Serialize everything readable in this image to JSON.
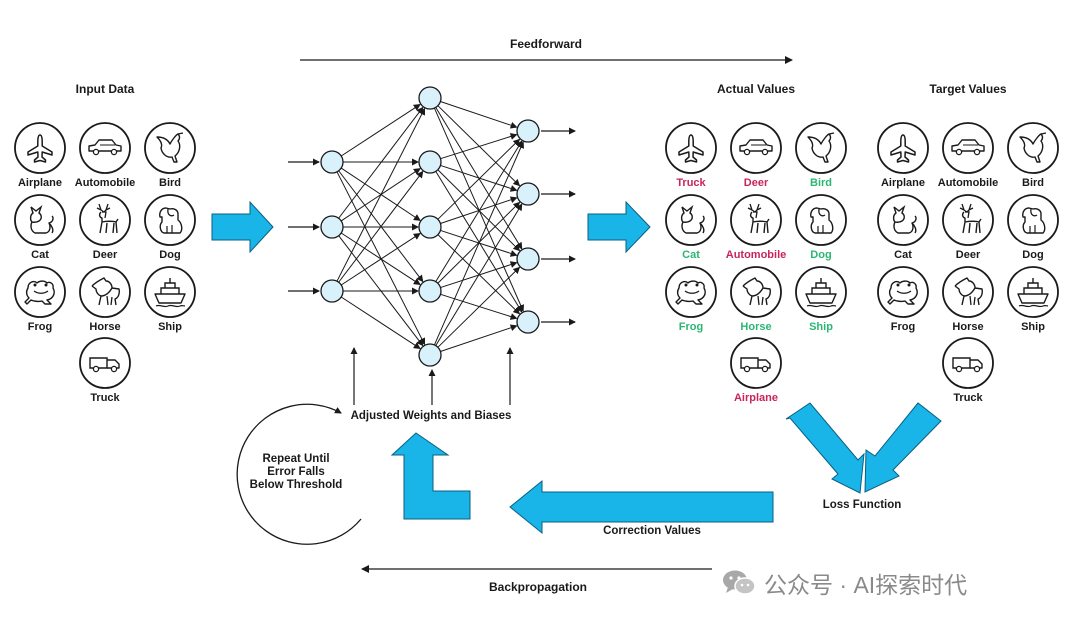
{
  "labels": {
    "feedforward": "Feedforward",
    "backpropagation": "Backpropagation",
    "input_data": "Input Data",
    "actual_values": "Actual Values",
    "target_values": "Target Values",
    "adjusted": "Adjusted Weights and Biases",
    "repeat": "Repeat Until\nError Falls\nBelow Threshold",
    "loss_function": "Loss Function",
    "correction_values": "Correction Values"
  },
  "colors": {
    "accent_blue": "#19b5e8",
    "correct_green": "#2bb673",
    "wrong_red": "#c8245b",
    "text": "#1a1a1a"
  },
  "input_items": [
    {
      "label": "Airplane",
      "icon": "airplane"
    },
    {
      "label": "Automobile",
      "icon": "automobile"
    },
    {
      "label": "Bird",
      "icon": "bird"
    },
    {
      "label": "Cat",
      "icon": "cat"
    },
    {
      "label": "Deer",
      "icon": "deer"
    },
    {
      "label": "Dog",
      "icon": "dog"
    },
    {
      "label": "Frog",
      "icon": "frog"
    },
    {
      "label": "Horse",
      "icon": "horse"
    },
    {
      "label": "Ship",
      "icon": "ship"
    },
    {
      "label": "Truck",
      "icon": "truck"
    }
  ],
  "actual_items": [
    {
      "label": "Truck",
      "icon": "airplane",
      "status": "wrong"
    },
    {
      "label": "Deer",
      "icon": "automobile",
      "status": "wrong"
    },
    {
      "label": "Bird",
      "icon": "bird",
      "status": "correct"
    },
    {
      "label": "Cat",
      "icon": "cat",
      "status": "correct"
    },
    {
      "label": "Automobile",
      "icon": "deer",
      "status": "wrong"
    },
    {
      "label": "Dog",
      "icon": "dog",
      "status": "correct"
    },
    {
      "label": "Frog",
      "icon": "frog",
      "status": "correct"
    },
    {
      "label": "Horse",
      "icon": "horse",
      "status": "correct"
    },
    {
      "label": "Ship",
      "icon": "ship",
      "status": "correct"
    },
    {
      "label": "Airplane",
      "icon": "truck",
      "status": "wrong"
    }
  ],
  "target_items": [
    {
      "label": "Airplane",
      "icon": "airplane"
    },
    {
      "label": "Automobile",
      "icon": "automobile"
    },
    {
      "label": "Bird",
      "icon": "bird"
    },
    {
      "label": "Cat",
      "icon": "cat"
    },
    {
      "label": "Deer",
      "icon": "deer"
    },
    {
      "label": "Dog",
      "icon": "dog"
    },
    {
      "label": "Frog",
      "icon": "frog"
    },
    {
      "label": "Horse",
      "icon": "horse"
    },
    {
      "label": "Ship",
      "icon": "ship"
    },
    {
      "label": "Truck",
      "icon": "truck"
    }
  ],
  "network": {
    "layer_sizes": [
      3,
      5,
      4
    ]
  },
  "watermark": {
    "text": "公众号 · AI探索时代",
    "icon": "wechat-icon"
  }
}
